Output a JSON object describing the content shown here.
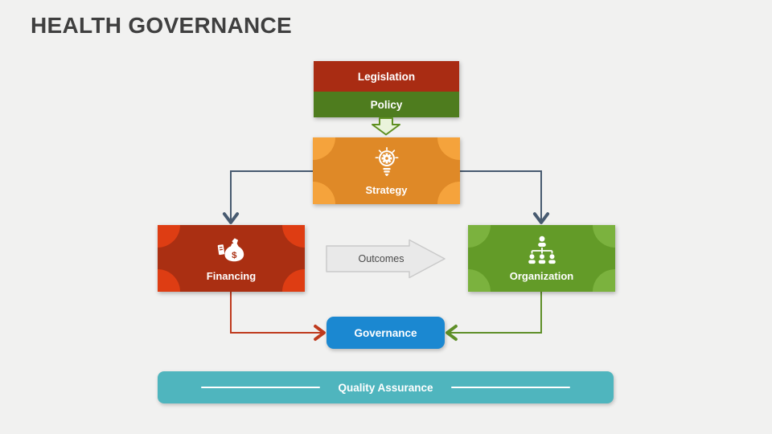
{
  "slide": {
    "title": "HEALTH GOVERNANCE",
    "background_color": "#F1F1F0",
    "title_color": "#3F3F3F"
  },
  "nodes": {
    "legislation": {
      "label": "Legislation",
      "color": "#A92C13",
      "text_color": "#FFFFFF"
    },
    "policy": {
      "label": "Policy",
      "color": "#4E7C1E",
      "text_color": "#FFFFFF"
    },
    "strategy": {
      "label": "Strategy",
      "color": "#DF8927",
      "corner_color": "#F5A33C",
      "icon": "lightbulb-gear-icon",
      "text_color": "#FFFFFF"
    },
    "financing": {
      "label": "Financing",
      "color": "#AA2F12",
      "corner_color": "#DE3D13",
      "icon": "money-bag-icon",
      "text_color": "#FFFFFF"
    },
    "organization": {
      "label": "Organization",
      "color": "#639B28",
      "corner_color": "#7BB23E",
      "icon": "org-chart-icon",
      "text_color": "#FFFFFF"
    },
    "governance": {
      "label": "Governance",
      "color": "#1B88D1",
      "text_color": "#FFFFFF"
    },
    "quality_assurance": {
      "label": "Quality Assurance",
      "color": "#4FB5BE",
      "text_color": "#FFFFFF"
    }
  },
  "flow": {
    "outcomes": {
      "label": "Outcomes",
      "fill": "#E9E9E9",
      "border": "#CBCBCB",
      "text_color": "#4A4A4A"
    }
  },
  "connectors": {
    "policy_to_strategy": {
      "type": "block-arrow-down",
      "fill": "#EAF4DB",
      "stroke": "#5E8F21"
    },
    "strategy_to_financing": {
      "color": "#475A70"
    },
    "strategy_to_organization": {
      "color": "#475A70"
    },
    "financing_to_governance": {
      "color": "#BF3A1D"
    },
    "organization_to_governance": {
      "color": "#5F8F28"
    }
  }
}
